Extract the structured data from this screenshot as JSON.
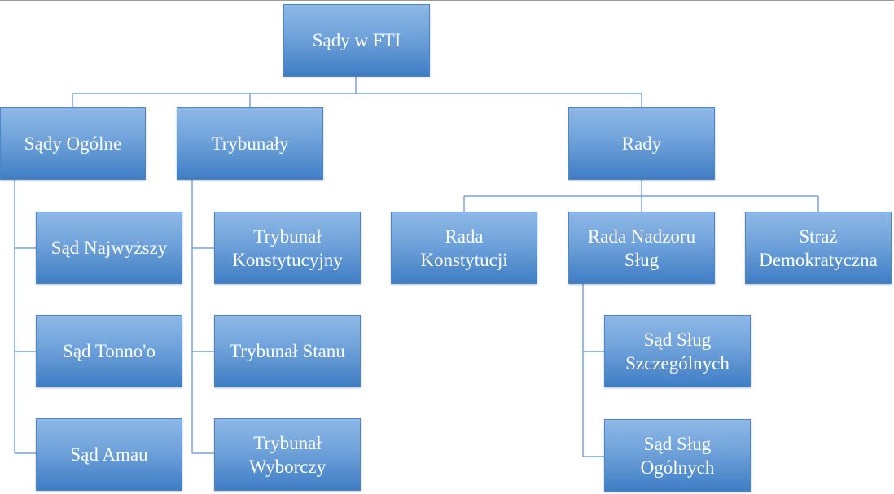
{
  "diagram": {
    "root": {
      "label": "Sądy w FTI"
    },
    "groups": [
      {
        "id": "ogolne",
        "label": "Sądy Ogólne",
        "children": [
          {
            "label": "Sąd Najwyższy"
          },
          {
            "label": "Sąd Tonno'o"
          },
          {
            "label": "Sąd Amau"
          }
        ]
      },
      {
        "id": "trybunaly",
        "label": "Trybunały",
        "children": [
          {
            "label": "Trybunał\nKonstytucyjny"
          },
          {
            "label": "Trybunał Stanu"
          },
          {
            "label": "Trybunał\nWyborczy"
          }
        ]
      },
      {
        "id": "rady",
        "label": "Rady",
        "children": [
          {
            "label": "Rada\nKonstytucji"
          },
          {
            "label": "Rada Nadzoru\nSług",
            "children": [
              {
                "label": "Sąd Sług\nSzczególnych"
              },
              {
                "label": "Sąd Sług\nOgólnych"
              }
            ]
          },
          {
            "label": "Straż\nDemokratyczna"
          }
        ]
      }
    ],
    "colors": {
      "node_top": "#8db8e6",
      "node_bottom": "#3f7dc4",
      "connector": "#5b8fcb",
      "text": "#ffffff"
    }
  }
}
